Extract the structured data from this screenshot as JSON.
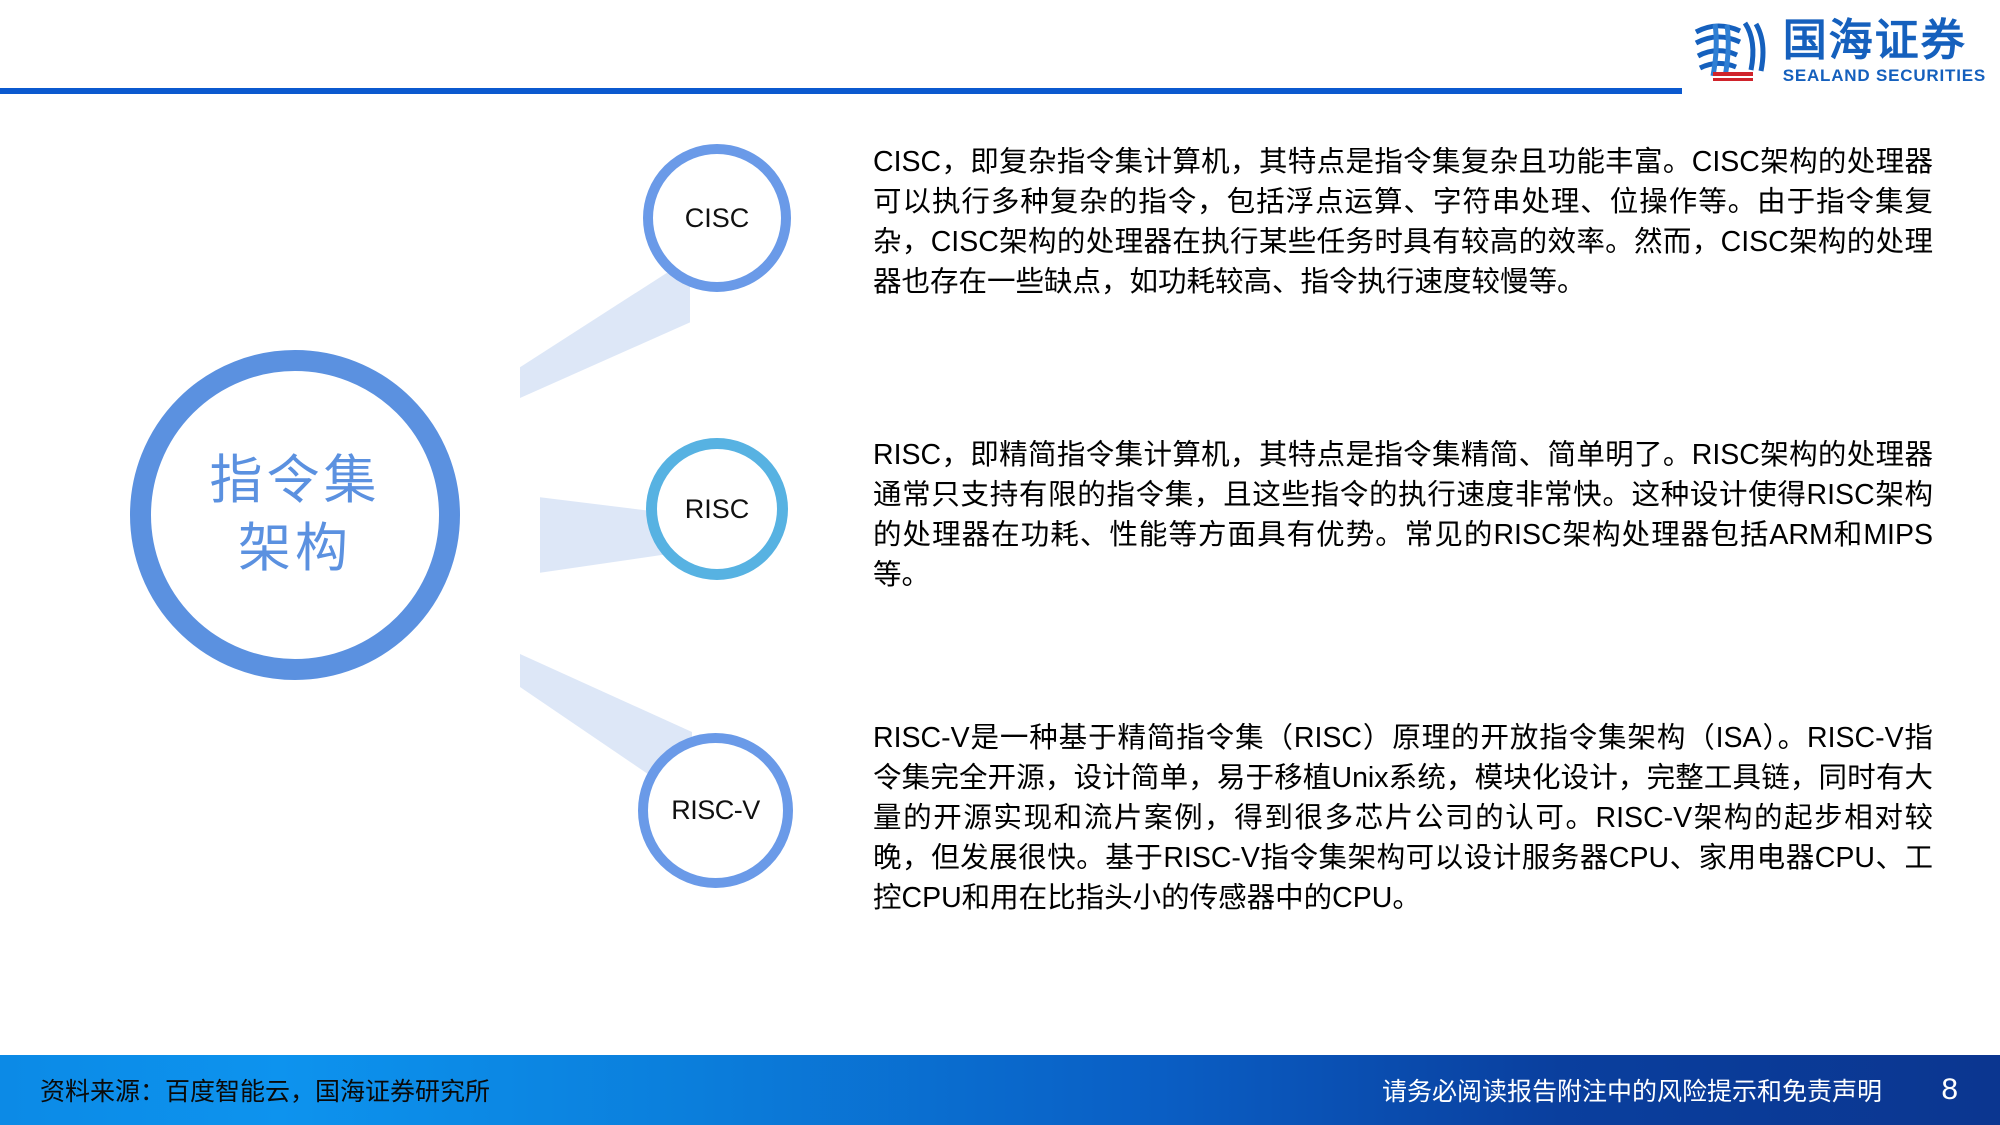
{
  "header": {
    "logo": {
      "mark_name": "sealand-emblem",
      "company_cn": "国海证券",
      "company_en": "SEALAND SECURITIES",
      "brand_color": "#1560bd"
    },
    "rule_color": "#0b59cf"
  },
  "diagram": {
    "hub": {
      "line1": "指令集",
      "line2": "架构",
      "text_color": "#5b91e0",
      "ring_color": "#5b91e0"
    },
    "nodes": [
      {
        "id": "cisc",
        "label": "CISC",
        "ring_color": "#6a9ae8"
      },
      {
        "id": "risc",
        "label": "RISC",
        "ring_color": "#57b2e2"
      },
      {
        "id": "riscv",
        "label": "RISC-V",
        "ring_color": "#6a9ae8"
      }
    ],
    "connector_color": "#dbe6f7"
  },
  "content": {
    "paragraphs": [
      {
        "id": "cisc",
        "text": "CISC，即复杂指令集计算机，其特点是指令集复杂且功能丰富。CISC架构的处理器可以执行多种复杂的指令，包括浮点运算、字符串处理、位操作等。由于指令集复杂，CISC架构的处理器在执行某些任务时具有较高的效率。然而，CISC架构的处理器也存在一些缺点，如功耗较高、指令执行速度较慢等。"
      },
      {
        "id": "risc",
        "text": "RISC，即精简指令集计算机，其特点是指令集精简、简单明了。RISC架构的处理器通常只支持有限的指令集，且这些指令的执行速度非常快。这种设计使得RISC架构的处理器在功耗、性能等方面具有优势。常见的RISC架构处理器包括ARM和MIPS等。"
      },
      {
        "id": "riscv",
        "text": "RISC-V是一种基于精简指令集（RISC）原理的开放指令集架构（ISA）。RISC-V指令集完全开源，设计简单，易于移植Unix系统，模块化设计，完整工具链，同时有大量的开源实现和流片案例，得到很多芯片公司的认可。RISC-V架构的起步相对较晚，但发展很快。基于RISC-V指令集架构可以设计服务器CPU、家用电器CPU、工控CPU和用在比指头小的传感器中的CPU。"
      }
    ]
  },
  "footer": {
    "source": "资料来源：百度智能云，国海证券研究所",
    "disclaimer": "请务必阅读报告附注中的风险提示和免责声明",
    "page_number": "8",
    "gradient_from": "#0c8ae6",
    "gradient_to": "#0b3690"
  }
}
